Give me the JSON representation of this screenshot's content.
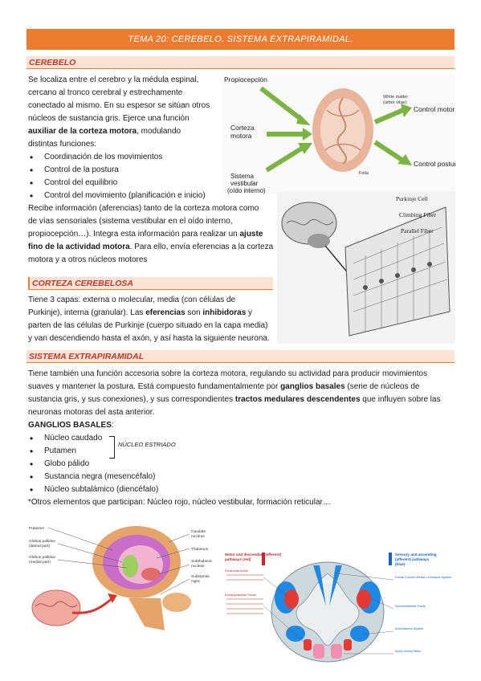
{
  "header": {
    "title": "TEMA 20: CEREBELO. SISTEMA EXTRAPIRAMIDAL."
  },
  "cerebelo": {
    "heading": "CEREBELO",
    "intro_1": "Se localiza entre el cerebro y la médula espinal,",
    "intro_2": "cercano al tronco cerebral y estrechamente",
    "intro_3": "conectado al mismo. En su espesor se sitúan otros",
    "intro_4": "núcleos de sustancia gris. Ejerce una función",
    "intro_5_bold": "auxiliar de la corteza motora",
    "intro_5_rest": ", modulando",
    "intro_6": "distintas funciones:",
    "functions": [
      "Coordinación de los movimientos",
      "Control de la postura",
      "Control del equilibrio",
      "Control del movimiento (planificación e inicio)"
    ],
    "recibe_1": "Recibe información (aferencias) tanto de la corteza motora como",
    "recibe_2": "de vías sensoriales (sistema vestibular en el oído interno,",
    "recibe_3a": "propiocepción…). Integra esta información para realizar un ",
    "recibe_3b": "ajuste",
    "recibe_4a": "fino de la actividad motora",
    "recibe_4b": ". Para ello, envía eferencias a la corteza",
    "recibe_5": "motora y a otros núcleos motores"
  },
  "figure_top": {
    "propiocepcion": "Propiocepción",
    "corteza_1": "Corteza",
    "corteza_2": "motora",
    "sistema_1": "Sistema",
    "sistema_2": "vestibular",
    "sistema_3": "(oído interno)",
    "white_matter_1": "White matter",
    "white_matter_2": "(arbor vitae)",
    "folia": "Folia",
    "control_motor": "Control motor",
    "control_postural": "Control postural"
  },
  "figure_purkinje": {
    "purkinje": "Purkinje Cell",
    "climbing": "Climbing Fiber",
    "parallel": "Parallel Fiber"
  },
  "corteza": {
    "heading": "CORTEZA CEREBELOSA",
    "l1": "Tiene 3 capas: externa o molecular, media (con células de",
    "l2": "Purkinje), interna (granular). Las ",
    "l2_b1": "eferencias",
    "l2_mid": " son ",
    "l2_b2": "inhibidoras",
    "l2_end": " y",
    "l3": "parten de las células de Purkinje (cuerpo situado en la capa media)",
    "l4": "y van descendiendo hasta el axón, y así hasta la siguiente neurona."
  },
  "extrapiramidal": {
    "heading": "SISTEMA EXTRAPIRAMIDAL",
    "l1": "Tiene también una función accesoria sobre la corteza motora, regulando su actividad para producir movimientos",
    "l2a": "suaves y mantener la postura. Está compuesto fundamentalmente por ",
    "l2b": "ganglios basales",
    "l2c": " (serie de núcleos de",
    "l3a": "sustancia gris, y sus conexiones), y sus correspondientes ",
    "l3b": "tractos medulares descendentes",
    "l3c": " que influyen sobre las",
    "l4": "neuronas motoras del asta anterior.",
    "ganglios_heading": "GANGLIOS BASALES",
    "ganglios_colon": ":",
    "ganglios": [
      "Núcleo caudado",
      "Putamen",
      "Globo pálido",
      "Sustancia negra (mesencéfalo)",
      "Núcleo subtalámico (diencéfalo)"
    ],
    "estriado": "NÚCLEO ESTRIADO",
    "otros": "*Otros elementos que participan: Núcleo rojo, núcleo vestibular, formación reticular…"
  },
  "figure_brain": {
    "putamen": "Putamen",
    "globus_lat": "Globus pallidus",
    "lat_part": "(lateral part)",
    "globus_med": "Globus pallidus",
    "med_part": "(medial part)",
    "caudate": "Caudate",
    "nucleus": "nucleus",
    "thalamus": "Thalamus",
    "subthalamic": "Subthalamic",
    "subthalamic_2": "nucleus",
    "substantia": "Substantia",
    "nigra": "nigra"
  },
  "figure_spinal": {
    "left_title_1": "Motor and descending (efferent)",
    "left_title_2": "pathways (red)",
    "right_title_1": "Sensory and ascending",
    "right_title_2": "(afferent) pathways",
    "right_title_3": "(blue)",
    "pyramidal": "Pyramidal tracts",
    "extrapyramidal": "Extrapyramidal Tracts",
    "dorsal": "Dorsal Column Medial Lemniscus System",
    "spino": "Spinocerebellar Tracts",
    "antero": "Anterolateral System",
    "spinoolivary": "Spino-olivary fibers"
  },
  "colors": {
    "accent": "#ec7c30",
    "heading_bg": "#fbe4d5",
    "heading_text": "#c0392b"
  }
}
